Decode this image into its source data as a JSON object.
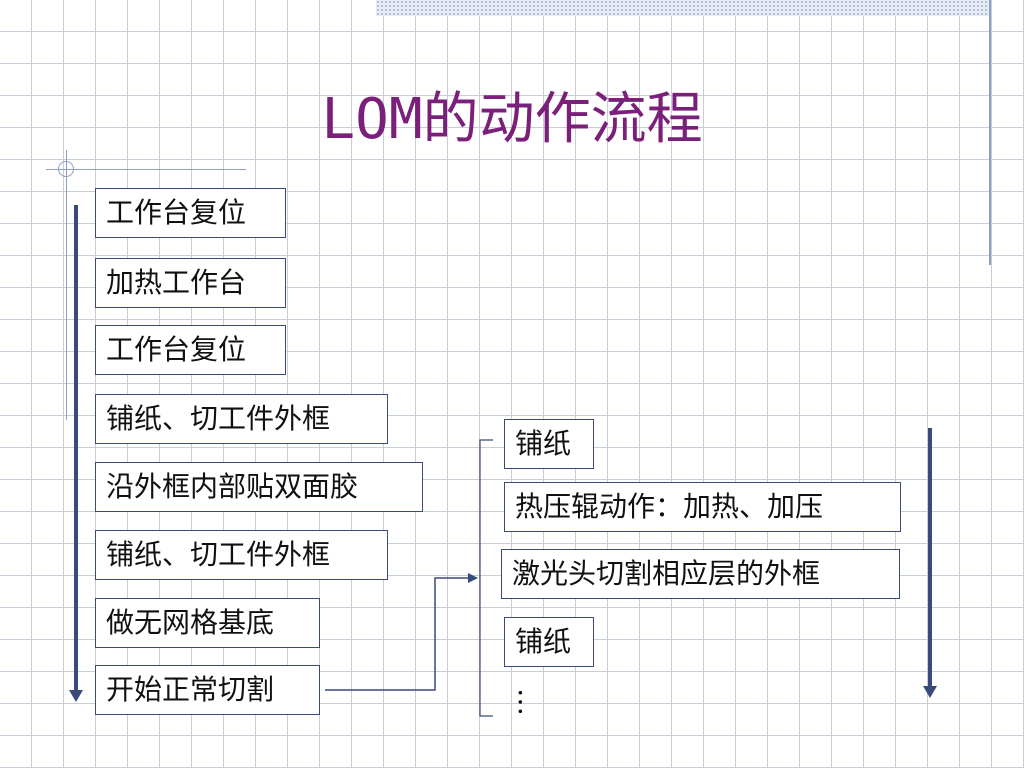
{
  "title": {
    "prefix": "LOM",
    "text": "的动作流程"
  },
  "left_steps": [
    "工作台复位",
    "加热工作台",
    "工作台复位",
    "铺纸、切工件外框",
    "沿外框内部贴双面胶",
    "铺纸、切工件外框",
    "做无网格基底",
    "开始正常切割"
  ],
  "right_steps": [
    "铺纸",
    "热压辊动作：加热、加压",
    "激光头切割相应层的外框",
    "铺纸"
  ],
  "continuation": "…",
  "colors": {
    "title": "#7a1f7a",
    "box_border": "#3a4a7a",
    "arrow": "#3a4a7a",
    "grid": "#c8cdd9",
    "accent_line": "#8e9dc9"
  }
}
